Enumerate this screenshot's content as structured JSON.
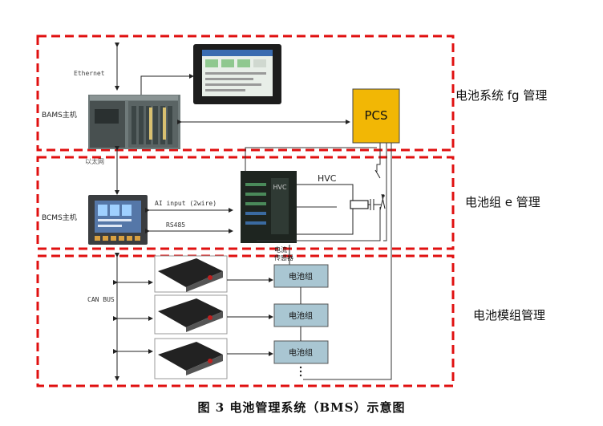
{
  "levels": {
    "system": "电池系统 fg 管理",
    "group": "电池组 e 管理",
    "module": "电池模组管理"
  },
  "devices": {
    "pcs": "PCS",
    "bams_label": "BAMS主机",
    "bcms_label": "BCMS主机",
    "hvc_label": "HVC",
    "hvc_panel_text": "HVC",
    "current_sensor_line1": "电流",
    "current_sensor_line2": "传感器"
  },
  "links": {
    "ethernet": "Ethernet",
    "partial_label": "以太网",
    "ai_input": "AI input (2wire)",
    "rs485": "RS485",
    "can_bus": "CAN BUS"
  },
  "battery_groups": [
    "电池组",
    "电池组",
    "电池组"
  ],
  "caption": "图 3 电池管理系统（BMS）示意图",
  "colors": {
    "dashed_border": "#e01010",
    "pcs_fill": "#f2b705",
    "battery_box": "#a9c6d2"
  }
}
